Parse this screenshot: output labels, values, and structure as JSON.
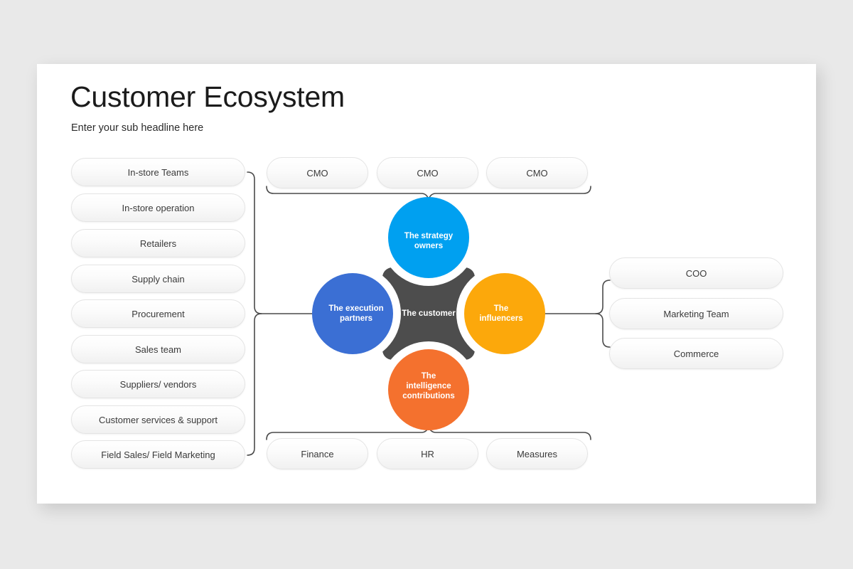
{
  "header": {
    "title": "Customer Ecosystem",
    "subtitle": "Enter your sub headline here"
  },
  "colors": {
    "background": "#e9e9e9",
    "card": "#ffffff",
    "center_node": "#4d4d4d",
    "top_node": "#00a0f0",
    "left_node": "#3b6fd4",
    "right_node": "#fca80b",
    "bottom_node": "#f4712e",
    "connector": "#4a4a4a",
    "pill_text": "#3a3a3a"
  },
  "diagram": {
    "center": {
      "label": "The customer"
    },
    "nodes": {
      "top": {
        "label": "The strategy\nowners",
        "line1": "The strategy",
        "line2": "owners"
      },
      "left": {
        "label": "The execution\npartners",
        "line1": "The execution",
        "line2": "partners"
      },
      "right": {
        "label": "The\ninfluencers",
        "line1": "The",
        "line2": "influencers"
      },
      "bottom": {
        "label": "The\nintelligence\ncontributions",
        "line1": "The",
        "line2": "intelligence",
        "line3": "contributions"
      }
    }
  },
  "left_column": {
    "items": [
      {
        "label": "In-store Teams"
      },
      {
        "label": "In-store operation"
      },
      {
        "label": "Retailers"
      },
      {
        "label": "Supply chain"
      },
      {
        "label": "Procurement"
      },
      {
        "label": "Sales team"
      },
      {
        "label": "Suppliers/ vendors"
      },
      {
        "label": "Customer  services & support"
      },
      {
        "label": "Field Sales/ Field Marketing"
      }
    ]
  },
  "top_row": {
    "items": [
      {
        "label": "CMO"
      },
      {
        "label": "CMO"
      },
      {
        "label": "CMO"
      }
    ]
  },
  "bottom_row": {
    "items": [
      {
        "label": "Finance"
      },
      {
        "label": "HR"
      },
      {
        "label": "Measures"
      }
    ]
  },
  "right_column": {
    "items": [
      {
        "label": "COO"
      },
      {
        "label": "Marketing Team"
      },
      {
        "label": "Commerce"
      }
    ]
  }
}
